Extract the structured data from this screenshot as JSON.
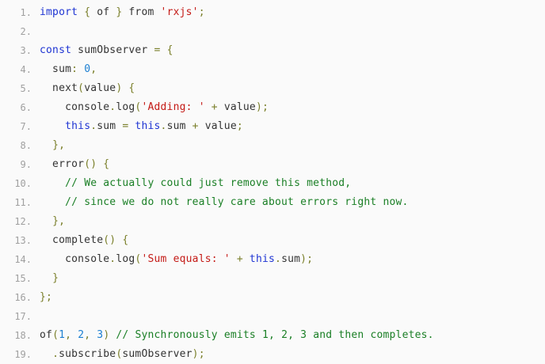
{
  "code": {
    "language": "javascript",
    "token_colors": {
      "keyword": "#1f35d3",
      "string": "#c41a16",
      "number": "#1c7fd1",
      "comment": "#1a7f25",
      "punct": "#7a7f2a",
      "plain": "#333333",
      "line_number": "#a0a0a0"
    },
    "lines": [
      {
        "number": "1.",
        "tokens": [
          {
            "t": "keyword",
            "v": "import"
          },
          {
            "t": "plain",
            "v": " "
          },
          {
            "t": "punct",
            "v": "{"
          },
          {
            "t": "plain",
            "v": " of "
          },
          {
            "t": "punct",
            "v": "}"
          },
          {
            "t": "plain",
            "v": " from "
          },
          {
            "t": "string",
            "v": "'rxjs'"
          },
          {
            "t": "punct",
            "v": ";"
          }
        ]
      },
      {
        "number": "2.",
        "tokens": []
      },
      {
        "number": "3.",
        "tokens": [
          {
            "t": "keyword",
            "v": "const"
          },
          {
            "t": "plain",
            "v": " sumObserver "
          },
          {
            "t": "punct",
            "v": "="
          },
          {
            "t": "plain",
            "v": " "
          },
          {
            "t": "punct",
            "v": "{"
          }
        ]
      },
      {
        "number": "4.",
        "tokens": [
          {
            "t": "plain",
            "v": "  sum"
          },
          {
            "t": "punct",
            "v": ":"
          },
          {
            "t": "plain",
            "v": " "
          },
          {
            "t": "number",
            "v": "0"
          },
          {
            "t": "punct",
            "v": ","
          }
        ]
      },
      {
        "number": "5.",
        "tokens": [
          {
            "t": "plain",
            "v": "  next"
          },
          {
            "t": "punct",
            "v": "("
          },
          {
            "t": "plain",
            "v": "value"
          },
          {
            "t": "punct",
            "v": ")"
          },
          {
            "t": "plain",
            "v": " "
          },
          {
            "t": "punct",
            "v": "{"
          }
        ]
      },
      {
        "number": "6.",
        "tokens": [
          {
            "t": "plain",
            "v": "    console"
          },
          {
            "t": "punct",
            "v": "."
          },
          {
            "t": "plain",
            "v": "log"
          },
          {
            "t": "punct",
            "v": "("
          },
          {
            "t": "string",
            "v": "'Adding: '"
          },
          {
            "t": "plain",
            "v": " "
          },
          {
            "t": "punct",
            "v": "+"
          },
          {
            "t": "plain",
            "v": " value"
          },
          {
            "t": "punct",
            "v": ");"
          }
        ]
      },
      {
        "number": "7.",
        "tokens": [
          {
            "t": "plain",
            "v": "    "
          },
          {
            "t": "keyword",
            "v": "this"
          },
          {
            "t": "punct",
            "v": "."
          },
          {
            "t": "plain",
            "v": "sum "
          },
          {
            "t": "punct",
            "v": "="
          },
          {
            "t": "plain",
            "v": " "
          },
          {
            "t": "keyword",
            "v": "this"
          },
          {
            "t": "punct",
            "v": "."
          },
          {
            "t": "plain",
            "v": "sum "
          },
          {
            "t": "punct",
            "v": "+"
          },
          {
            "t": "plain",
            "v": " value"
          },
          {
            "t": "punct",
            "v": ";"
          }
        ]
      },
      {
        "number": "8.",
        "tokens": [
          {
            "t": "plain",
            "v": "  "
          },
          {
            "t": "punct",
            "v": "},"
          }
        ]
      },
      {
        "number": "9.",
        "tokens": [
          {
            "t": "plain",
            "v": "  error"
          },
          {
            "t": "punct",
            "v": "()"
          },
          {
            "t": "plain",
            "v": " "
          },
          {
            "t": "punct",
            "v": "{"
          }
        ]
      },
      {
        "number": "10.",
        "tokens": [
          {
            "t": "plain",
            "v": "    "
          },
          {
            "t": "comment",
            "v": "// We actually could just remove this method,"
          }
        ]
      },
      {
        "number": "11.",
        "tokens": [
          {
            "t": "plain",
            "v": "    "
          },
          {
            "t": "comment",
            "v": "// since we do not really care about errors right now."
          }
        ]
      },
      {
        "number": "12.",
        "tokens": [
          {
            "t": "plain",
            "v": "  "
          },
          {
            "t": "punct",
            "v": "},"
          }
        ]
      },
      {
        "number": "13.",
        "tokens": [
          {
            "t": "plain",
            "v": "  complete"
          },
          {
            "t": "punct",
            "v": "()"
          },
          {
            "t": "plain",
            "v": " "
          },
          {
            "t": "punct",
            "v": "{"
          }
        ]
      },
      {
        "number": "14.",
        "tokens": [
          {
            "t": "plain",
            "v": "    console"
          },
          {
            "t": "punct",
            "v": "."
          },
          {
            "t": "plain",
            "v": "log"
          },
          {
            "t": "punct",
            "v": "("
          },
          {
            "t": "string",
            "v": "'Sum equals: '"
          },
          {
            "t": "plain",
            "v": " "
          },
          {
            "t": "punct",
            "v": "+"
          },
          {
            "t": "plain",
            "v": " "
          },
          {
            "t": "keyword",
            "v": "this"
          },
          {
            "t": "punct",
            "v": "."
          },
          {
            "t": "plain",
            "v": "sum"
          },
          {
            "t": "punct",
            "v": ");"
          }
        ]
      },
      {
        "number": "15.",
        "tokens": [
          {
            "t": "plain",
            "v": "  "
          },
          {
            "t": "punct",
            "v": "}"
          }
        ]
      },
      {
        "number": "16.",
        "tokens": [
          {
            "t": "punct",
            "v": "};"
          }
        ]
      },
      {
        "number": "17.",
        "tokens": []
      },
      {
        "number": "18.",
        "tokens": [
          {
            "t": "plain",
            "v": "of"
          },
          {
            "t": "punct",
            "v": "("
          },
          {
            "t": "number",
            "v": "1"
          },
          {
            "t": "punct",
            "v": ","
          },
          {
            "t": "plain",
            "v": " "
          },
          {
            "t": "number",
            "v": "2"
          },
          {
            "t": "punct",
            "v": ","
          },
          {
            "t": "plain",
            "v": " "
          },
          {
            "t": "number",
            "v": "3"
          },
          {
            "t": "punct",
            "v": ")"
          },
          {
            "t": "plain",
            "v": " "
          },
          {
            "t": "comment",
            "v": "// Synchronously emits 1, 2, 3 and then completes."
          }
        ]
      },
      {
        "number": "19.",
        "tokens": [
          {
            "t": "plain",
            "v": "  "
          },
          {
            "t": "punct",
            "v": "."
          },
          {
            "t": "plain",
            "v": "subscribe"
          },
          {
            "t": "punct",
            "v": "("
          },
          {
            "t": "plain",
            "v": "sumObserver"
          },
          {
            "t": "punct",
            "v": ");"
          }
        ]
      }
    ]
  }
}
